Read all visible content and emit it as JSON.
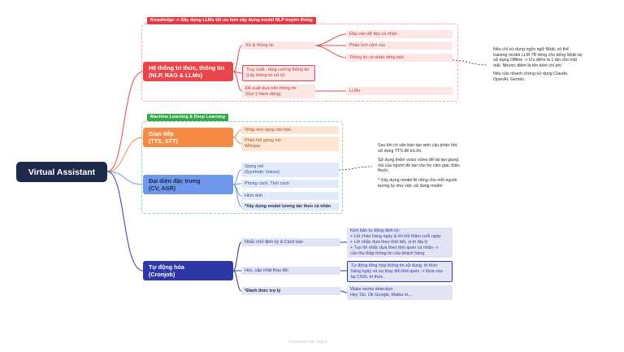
{
  "root": {
    "label": "Virtual Assistant"
  },
  "groups": {
    "knowledge": "Knowledge -> Xây dựng LLMs tốt ưu hơn xây dựng model NLP truyền thống",
    "ml": "Machine Learning & Deep Learning"
  },
  "branches": {
    "knowledge": {
      "line1": "Hệ thống tri thức, thông tin",
      "line2": "(NLP, RAG & LLMs)"
    },
    "communication": {
      "line1": "Giao tiếp",
      "line2": "(TTS, STT)"
    },
    "representative": {
      "line1": "Đại diện đặc trưng",
      "line2": "(CV, ASR)"
    },
    "automation": {
      "line1": "Tự động hóa",
      "line2": "(Cronjob)"
    }
  },
  "knowledge_nodes": {
    "process": "Xử lý thông tin",
    "retrieval": {
      "line1": "Truy xuất - tăng cường thông tin",
      "line2": "(Lấy thông tin xử lý)"
    },
    "suggest": {
      "line1": "Đề xuất dựa trên thông tin",
      "line2": "(Gợi ý hành động)"
    },
    "personal_input": "Đầu vào dữ liệu cá nhân",
    "emotion": "Phân tích cảm xúc",
    "private_info": "Thông tin cá nhân riêng biệt",
    "llms": "LLMs"
  },
  "communication_nodes": {
    "text_input": "Nhập text dạng văn bản",
    "voice_response": {
      "line1": "Phản hồi giọng nói",
      "line2": "Whisper"
    }
  },
  "representative_nodes": {
    "voice": {
      "line1": "Giọng nói",
      "line2": "(Synthetic Voices)"
    },
    "style": "Phong cách, Tính cách",
    "image": "Hình ảnh",
    "interaction_model": "*Xây dựng model tương tác theo cá nhân"
  },
  "automation_nodes": {
    "reminder": "Nhắc nhở định kỳ & Cảnh báo",
    "learn_habit": "Học, cập nhật thay đổi",
    "assistant": "*Đánh thức trợ lý",
    "scenario": {
      "line1": "Kịch bản tự động định kỳ:",
      "line2": "+ Lời chào hàng ngày & lời hỏi thăm cuối ngày",
      "line3": "+ Lời nhắc dựa theo thời tiết, vị trí địa lý",
      "line4": "+ Tạo lời nhắc dựa theo thói quen cá nhân ->",
      "line5": "cần thu thập thông tin của khách hàng"
    },
    "sync": {
      "line1": "Tự động tổng hợp thông tin sử dụng, tri thức",
      "line2": "hàng ngày và sự thay đổi thói quen -> Đưa vào",
      "line3": "lại CSDL tri thức."
    },
    "wake": {
      "line1": "Wake works detection",
      "line2": "Hey Siri, Ok Google, Maika ơi,..."
    }
  },
  "notes": {
    "llm": {
      "line1": "Nếu chỉ sử dụng ngôn ngữ Nhật, có thể",
      "line2": "training model LLM 7B riêng cho tiếng Nhật và",
      "line3": "sử dụng Offline -> Ưu điểm là 1 lần cho mãi",
      "line4": "mãi. Nhược điểm là tốn kém chi phí.",
      "line5": "Nếu cần nhanh chóng sử dụng Claude,",
      "line6": "OpenAI, Gemini."
    },
    "voice": {
      "line1": "Sau khi có văn bản tạo sinh câu phản hồi,",
      "line2": "sử dụng TTS để trả lời.",
      "line3": "Sử dụng thêm voice clone để tái tạo giọng",
      "line4": "nói của người đó tạo cho họ cảm giác thân",
      "line5": "thuộc",
      "line6": "* Xây dựng model AI riêng cho mỗi người",
      "line7": "tương tự như việc sử dụng model"
    }
  },
  "footer": "Presented with xmind",
  "colors": {
    "root": "#1f2a4a",
    "knowledge": "#e8464b",
    "communication": "#f58a45",
    "representative": "#6f97ec",
    "automation": "#2e37a6",
    "group_knowledge": "#e33b3f",
    "group_ml": "#34a84a"
  }
}
